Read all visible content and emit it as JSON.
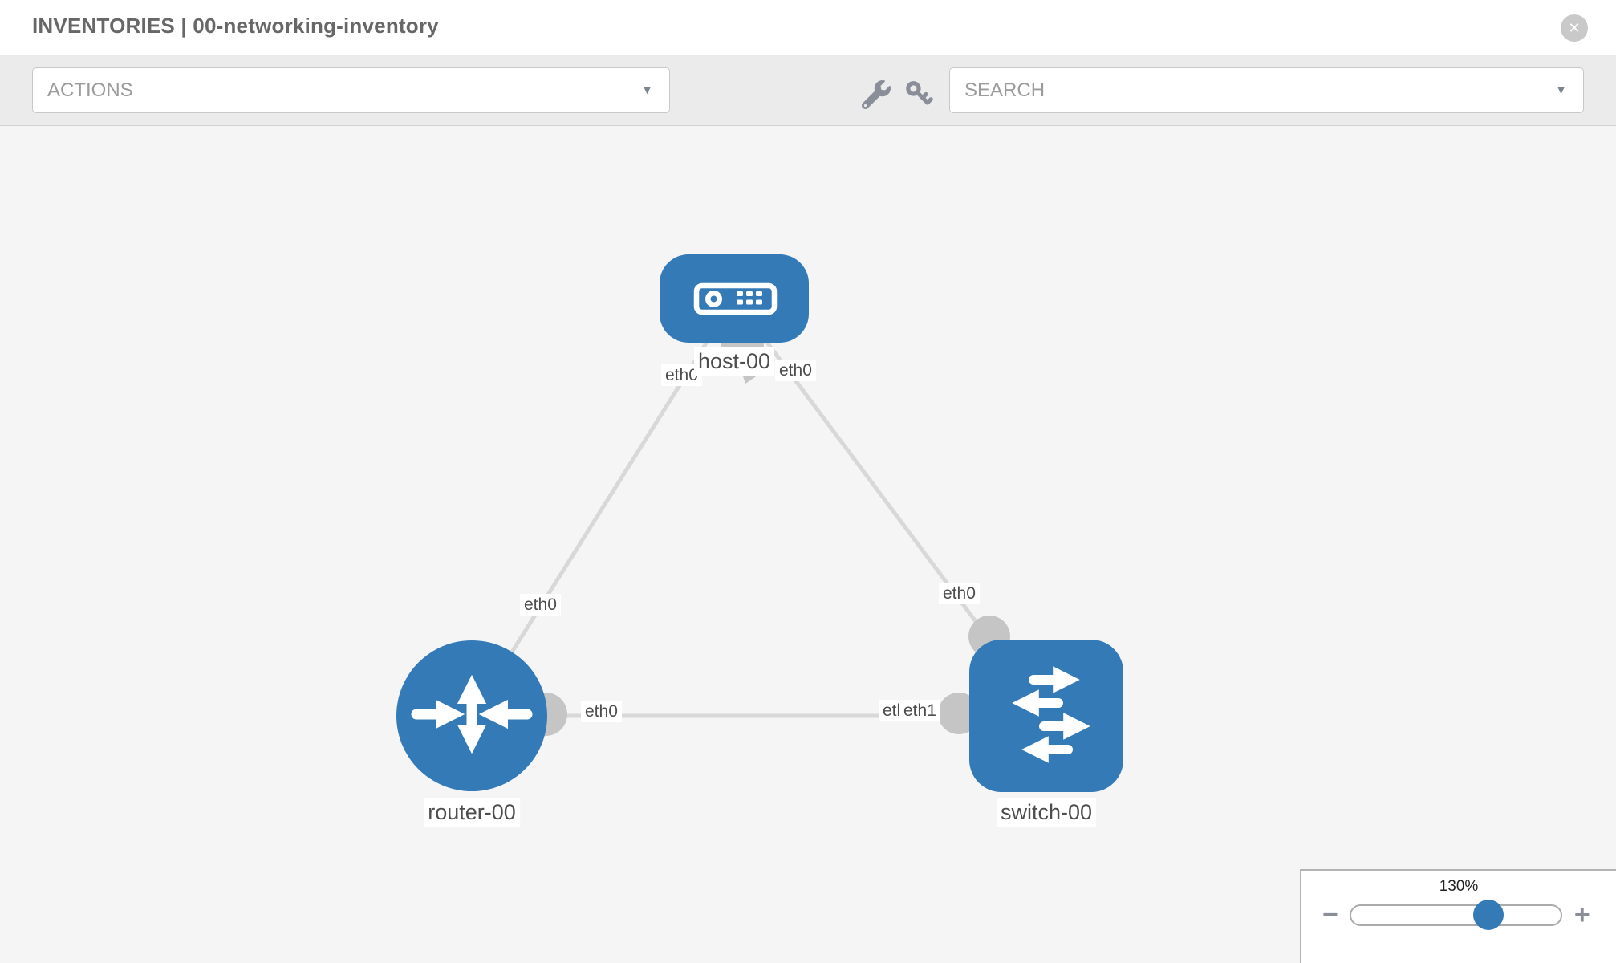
{
  "header": {
    "title": "INVENTORIES | 00-networking-inventory"
  },
  "toolbar": {
    "actions_label": "ACTIONS",
    "search_label": "SEARCH"
  },
  "icons": {
    "close": "✕",
    "dropdown_caret": "▼",
    "wrench": "wrench-icon",
    "key": "key-icon"
  },
  "topology": {
    "nodes": [
      {
        "id": "host-00",
        "type": "host",
        "label": "host-00"
      },
      {
        "id": "router-00",
        "type": "router",
        "label": "router-00"
      },
      {
        "id": "switch-00",
        "type": "switch",
        "label": "switch-00"
      }
    ],
    "links": [
      {
        "source": "host-00",
        "target": "router-00",
        "source_interface": "eth0",
        "target_interface": "eth0"
      },
      {
        "source": "host-00",
        "target": "switch-00",
        "source_interface": "eth0",
        "target_interface": "eth0"
      },
      {
        "source": "router-00",
        "target": "switch-00",
        "source_interface": "eth0",
        "target_interface": "eth1",
        "target_interface_overlap": "eth1"
      }
    ]
  },
  "zoom_control": {
    "level": "130%",
    "minus_label": "−",
    "plus_label": "+"
  },
  "colors": {
    "node_blue": "#337ab7",
    "link_gray": "#d8d8d8",
    "connector_gray": "#c5c5c5",
    "icon_gray": "#8a8e98",
    "chip_text": "#4d4d4d"
  }
}
